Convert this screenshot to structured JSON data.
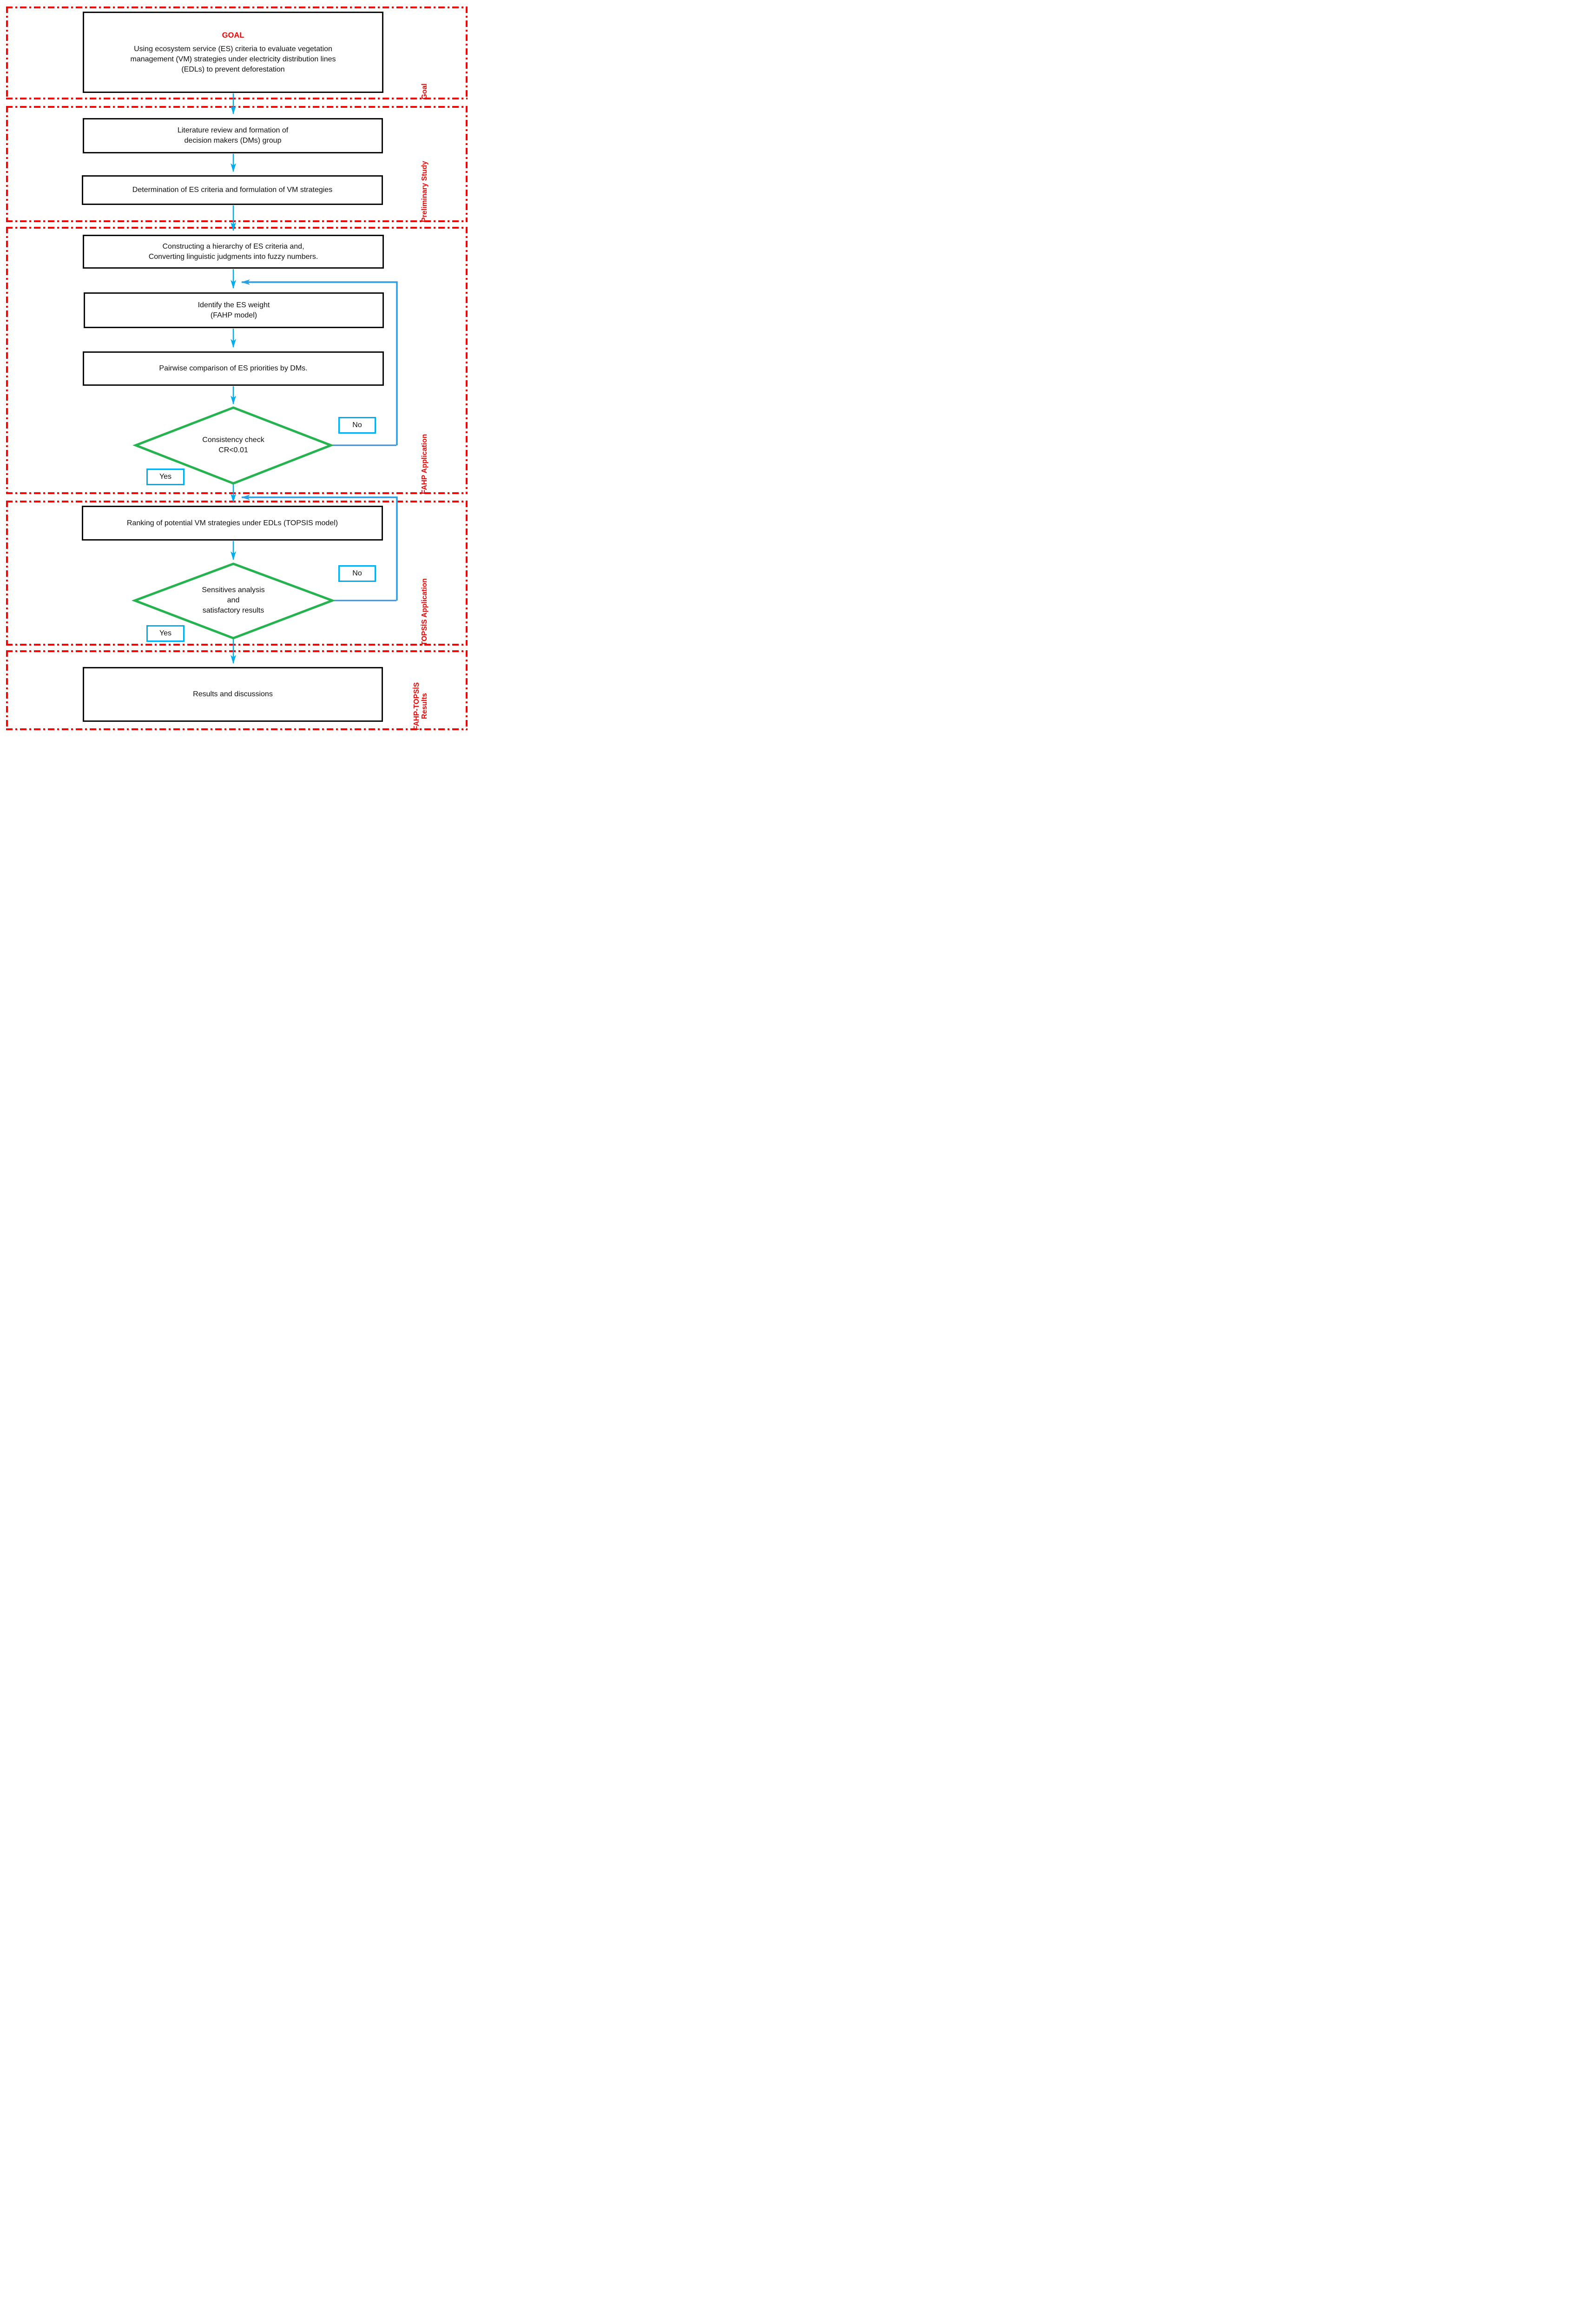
{
  "title": "FAHP-TOPSIS methodology flowchart",
  "colors": {
    "section_border_red": "#f20505",
    "side_label_red": "#f20505",
    "goal_title_red": "#f20505",
    "process_box_border": "#0c0c0c",
    "arrow_blue": "#00aeef",
    "feedback_blue": "#2d9fe0",
    "feedback_stub_blue": "#418fd2",
    "decision_box_border": "#00aeef",
    "diamond_green": "#25b350"
  },
  "sections": [
    {
      "id": "goal",
      "label": "Goal"
    },
    {
      "id": "preliminary",
      "label": "Preliminary Study"
    },
    {
      "id": "fahp",
      "label": "FAHP Application"
    },
    {
      "id": "topsis",
      "label": "TOPSİS Application"
    },
    {
      "id": "results",
      "label": "FAHP-TOPSİS\nResults"
    }
  ],
  "nodes": {
    "goal_title": "GOAL",
    "goal_text": "Using ecosystem service (ES) criteria to evaluate vegetation\nmanagement (VM) strategies under electricity distribution lines\n(EDLs) to prevent deforestation",
    "literature": "Literature review and formation of\ndecision makers (DMs) group",
    "determination": "Determination of ES criteria and formulation of VM strategies",
    "constructing": "Constructing a hierarchy of ES criteria and,\nConverting linguistic judgments into fuzzy numbers.",
    "identify": "Identify the ES weight\n(FAHP model)",
    "pairwise": "Pairwise comparison of ES priorities by DMs.",
    "consistency_check": "Consistency check\nCR<0.01",
    "ranking": "Ranking of potential VM strategies under EDLs (TOPSIS model)",
    "sensitivity_check": "Sensitives analysis\nand\nsatisfactory results",
    "results": "Results and discussions"
  },
  "decisions": {
    "yes": "Yes",
    "no": "No"
  }
}
